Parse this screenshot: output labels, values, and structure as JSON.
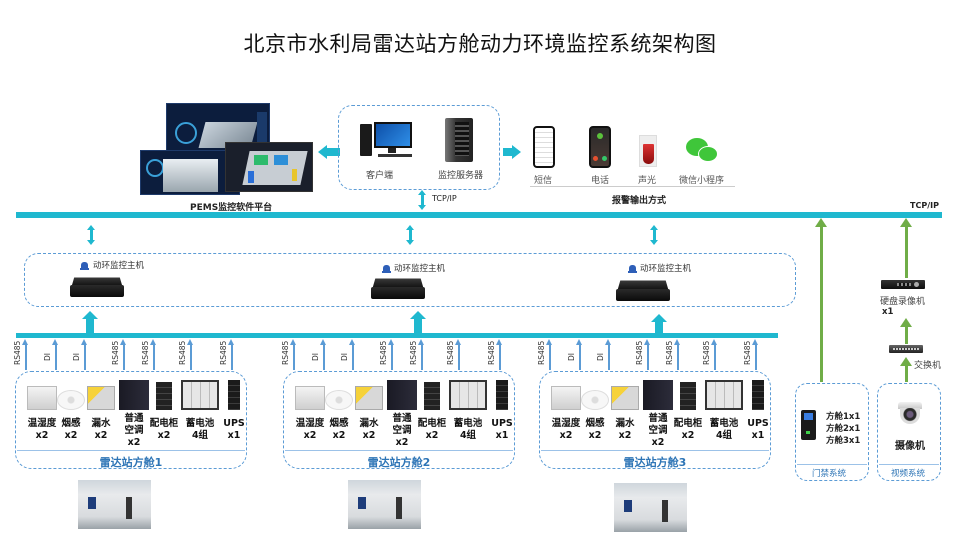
{
  "title": "北京市水利局雷达站方舱动力环境监控系统架构图",
  "pems": {
    "label": "PEMS监控软件平台"
  },
  "clients": {
    "items": [
      {
        "label": "客户端",
        "icon": "desktop-pc-icon"
      },
      {
        "label": "监控服务器",
        "icon": "tower-server-icon"
      }
    ],
    "link_label": "TCP/IP"
  },
  "alarms": {
    "title": "报警输出方式",
    "items": [
      {
        "label": "短信",
        "icon": "sms-phone-icon"
      },
      {
        "label": "电话",
        "icon": "phone-call-icon"
      },
      {
        "label": "声光",
        "icon": "strobe-alarm-icon"
      },
      {
        "label": "微信小程序",
        "icon": "wechat-icon"
      }
    ]
  },
  "bus": {
    "label": "TCP/IP"
  },
  "hosts": [
    {
      "label": "动环监控主机"
    },
    {
      "label": "动环监控主机"
    },
    {
      "label": "动环监控主机"
    }
  ],
  "cabins": [
    {
      "title": "雷达站方舱1",
      "protocols": [
        "RS485",
        "DI",
        "DI",
        "RS485",
        "RS485",
        "RS485",
        "RS485"
      ],
      "devices": [
        {
          "name": "温湿度",
          "qty": "x2"
        },
        {
          "name": "烟感",
          "qty": "x2"
        },
        {
          "name": "漏水",
          "qty": "x2"
        },
        {
          "name": "普通空调",
          "qty": "x2"
        },
        {
          "name": "配电柜",
          "qty": "x2"
        },
        {
          "name": "蓄电池",
          "qty": "4组"
        },
        {
          "name": "UPS",
          "qty": "x1"
        }
      ]
    },
    {
      "title": "雷达站方舱2",
      "protocols": [
        "RS485",
        "DI",
        "DI",
        "RS485",
        "RS485",
        "RS485",
        "RS485"
      ],
      "devices": [
        {
          "name": "温湿度",
          "qty": "x2"
        },
        {
          "name": "烟感",
          "qty": "x2"
        },
        {
          "name": "漏水",
          "qty": "x2"
        },
        {
          "name": "普通空调",
          "qty": "x2"
        },
        {
          "name": "配电柜",
          "qty": "x2"
        },
        {
          "name": "蓄电池",
          "qty": "4组"
        },
        {
          "name": "UPS",
          "qty": "x1"
        }
      ]
    },
    {
      "title": "雷达站方舱3",
      "protocols": [
        "RS485",
        "DI",
        "DI",
        "RS485",
        "RS485",
        "RS485",
        "RS485"
      ],
      "devices": [
        {
          "name": "温湿度",
          "qty": "x2"
        },
        {
          "name": "烟感",
          "qty": "x2"
        },
        {
          "name": "漏水",
          "qty": "x2"
        },
        {
          "name": "普通空调",
          "qty": "x2"
        },
        {
          "name": "配电柜",
          "qty": "x2"
        },
        {
          "name": "蓄电池",
          "qty": "4组"
        },
        {
          "name": "UPS",
          "qty": "x1"
        }
      ]
    }
  ],
  "access_control": {
    "title": "门禁系统",
    "entries": [
      "方舱1x1",
      "方舱2x1",
      "方舱3x1"
    ]
  },
  "video": {
    "title": "视频系统",
    "camera_label": "摄像机",
    "nvr_label": "硬盘录像机",
    "nvr_qty": "x1",
    "switch_label": "交换机"
  },
  "colors": {
    "bus": "#1fb8cf",
    "dashed_border": "#5b9bd5",
    "green_link": "#70ad47",
    "cabin_title": "#2e75b6"
  }
}
